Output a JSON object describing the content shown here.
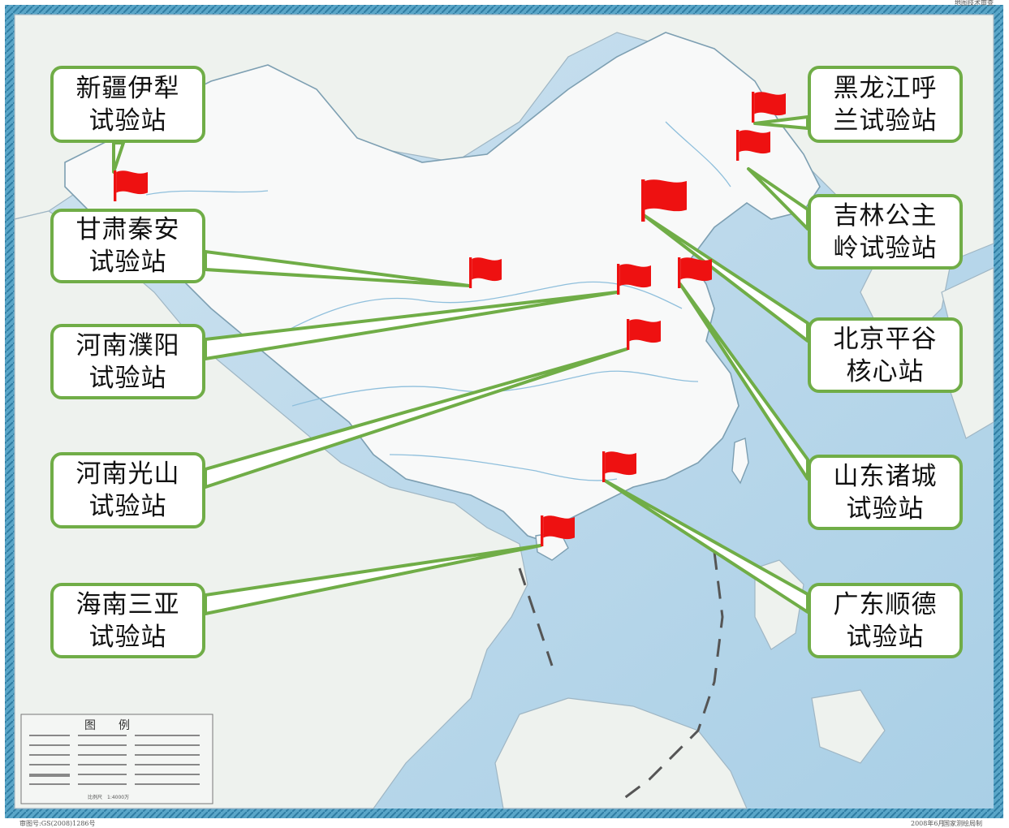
{
  "map": {
    "approval_number": "审图号:GS(2008)1286号",
    "publisher_date": "2008年6月",
    "publisher": "国家测绘局制",
    "top_right_label": "地图技术审查",
    "legend": {
      "title": "图　　例",
      "scale": "比例尺　1:4000万"
    },
    "colors": {
      "land": "#f7f8f8",
      "neighbor_land": "#eef2ee",
      "sea": "#bcd9ec",
      "frame": "#3d8fb4",
      "callout_border": "#70ad47",
      "leader_line": "#70ad47",
      "flag": "#ee1111"
    }
  },
  "stations": [
    {
      "id": "xinjiang-yili",
      "label": "新疆伊犁\n试验站"
    },
    {
      "id": "gansu-qinan",
      "label": "甘肃秦安\n试验站"
    },
    {
      "id": "henan-puyang",
      "label": "河南濮阳\n试验站"
    },
    {
      "id": "henan-guangshan",
      "label": "河南光山\n试验站"
    },
    {
      "id": "hainan-sanya",
      "label": "海南三亚\n试验站"
    },
    {
      "id": "heilongjiang-hulan",
      "label": "黑龙江呼\n兰试验站"
    },
    {
      "id": "jilin-gongzhuling",
      "label": "吉林公主\n岭试验站"
    },
    {
      "id": "beijing-pinggu",
      "label": "北京平谷\n核心站"
    },
    {
      "id": "shandong-zhucheng",
      "label": "山东诸城\n试验站"
    },
    {
      "id": "guangdong-shunde",
      "label": "广东顺德\n试验站"
    }
  ]
}
